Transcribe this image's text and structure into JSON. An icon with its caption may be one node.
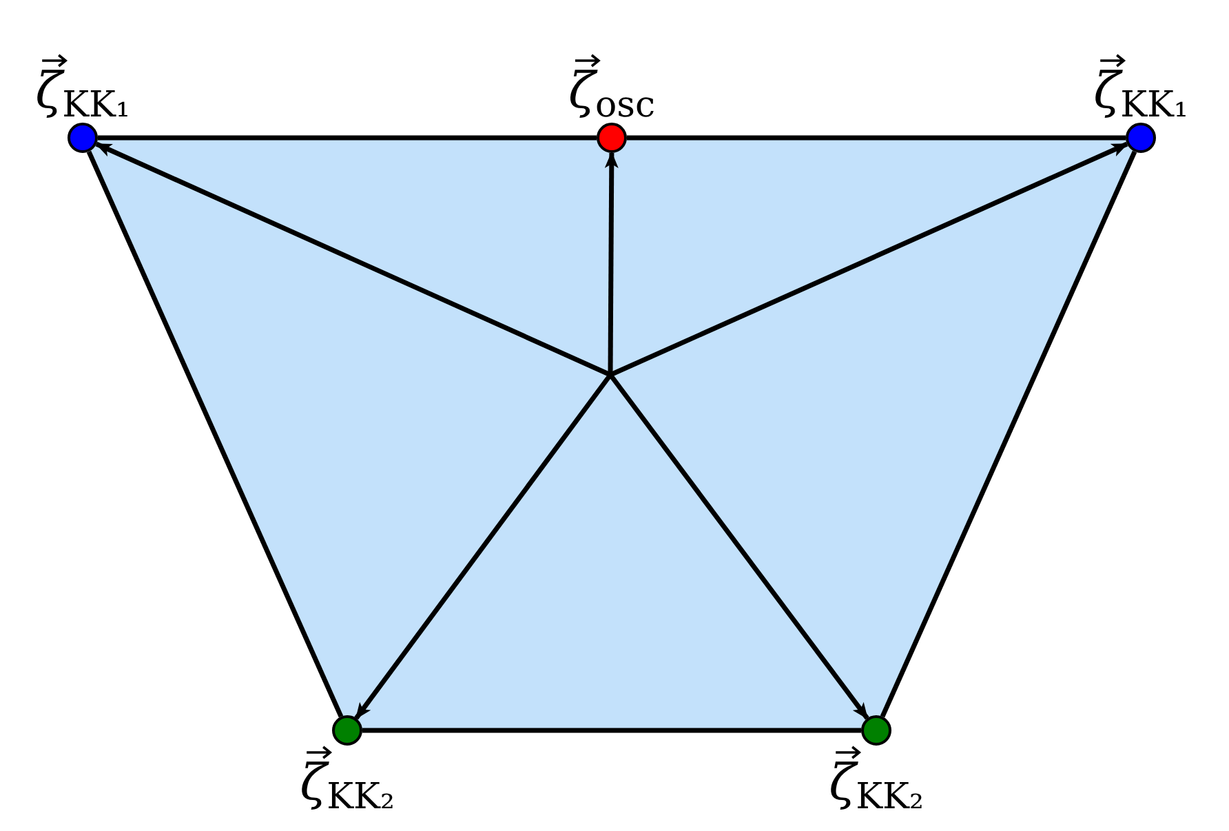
{
  "diagram": {
    "nodes": [
      {
        "text": [
          "ζ$_{KK₁}$"
        ]
      },
      {
        "text": [
          "ζ$_{osc}$"
        ]
      },
      {
        "text": [
          "ζ$_{KK₁}$"
        ]
      },
      {
        "text": [
          "ζ$_{KK₂}$"
        ]
      },
      {
        "text": [
          "ζ$_{KK₂}$"
        ]
      }
    ],
    "edges": [
      {
        "from": 0,
        "to": 1,
        "arrow": "none"
      },
      {
        "from": 1,
        "to": 2,
        "arrow": "none"
      },
      {
        "from": 2,
        "to": 4,
        "arrow": "none"
      },
      {
        "from": 4,
        "to": 3,
        "arrow": "none"
      },
      {
        "from": 3,
        "to": 0,
        "arrow": "none"
      },
      {
        "from": null,
        "to": 0,
        "arrow": "to"
      },
      {
        "from": null,
        "to": 1,
        "arrow": "to"
      },
      {
        "from": null,
        "to": 2,
        "arrow": "to"
      },
      {
        "from": null,
        "to": 3,
        "arrow": "to"
      },
      {
        "from": null,
        "to": 4,
        "arrow": "to"
      }
    ]
  }
}
